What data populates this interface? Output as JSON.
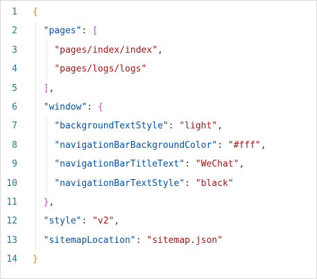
{
  "editor": {
    "lines": [
      {
        "num": "1",
        "tokens": [
          {
            "t": "{",
            "c": "brace"
          }
        ]
      },
      {
        "num": "2",
        "tokens": [
          {
            "t": "  "
          },
          {
            "t": "\"pages\"",
            "c": "key"
          },
          {
            "t": ": ",
            "c": "punc"
          },
          {
            "t": "[",
            "c": "bracket"
          }
        ]
      },
      {
        "num": "3",
        "tokens": [
          {
            "t": "    "
          },
          {
            "t": "\"pages/index/index\"",
            "c": "str"
          },
          {
            "t": ",",
            "c": "punc"
          }
        ]
      },
      {
        "num": "4",
        "tokens": [
          {
            "t": "    "
          },
          {
            "t": "\"pages/logs/logs\"",
            "c": "str"
          }
        ]
      },
      {
        "num": "5",
        "tokens": [
          {
            "t": "  "
          },
          {
            "t": "]",
            "c": "bracket"
          },
          {
            "t": ",",
            "c": "punc"
          }
        ]
      },
      {
        "num": "6",
        "tokens": [
          {
            "t": "  "
          },
          {
            "t": "\"window\"",
            "c": "key"
          },
          {
            "t": ": ",
            "c": "punc"
          },
          {
            "t": "{",
            "c": "bracket"
          }
        ]
      },
      {
        "num": "7",
        "tokens": [
          {
            "t": "    "
          },
          {
            "t": "\"backgroundTextStyle\"",
            "c": "key"
          },
          {
            "t": ": ",
            "c": "punc"
          },
          {
            "t": "\"light\"",
            "c": "str"
          },
          {
            "t": ",",
            "c": "punc"
          }
        ]
      },
      {
        "num": "8",
        "tokens": [
          {
            "t": "    "
          },
          {
            "t": "\"navigationBarBackgroundColor\"",
            "c": "key"
          },
          {
            "t": ": ",
            "c": "punc"
          },
          {
            "t": "\"#fff\"",
            "c": "str"
          },
          {
            "t": ",",
            "c": "punc"
          }
        ]
      },
      {
        "num": "9",
        "tokens": [
          {
            "t": "    "
          },
          {
            "t": "\"navigationBarTitleText\"",
            "c": "key"
          },
          {
            "t": ": ",
            "c": "punc"
          },
          {
            "t": "\"WeChat\"",
            "c": "str"
          },
          {
            "t": ",",
            "c": "punc"
          }
        ]
      },
      {
        "num": "10",
        "tokens": [
          {
            "t": "    "
          },
          {
            "t": "\"navigationBarTextStyle\"",
            "c": "key"
          },
          {
            "t": ": ",
            "c": "punc"
          },
          {
            "t": "\"black\"",
            "c": "str"
          }
        ]
      },
      {
        "num": "11",
        "tokens": [
          {
            "t": "  "
          },
          {
            "t": "}",
            "c": "bracket"
          },
          {
            "t": ",",
            "c": "punc"
          }
        ]
      },
      {
        "num": "12",
        "tokens": [
          {
            "t": "  "
          },
          {
            "t": "\"style\"",
            "c": "key"
          },
          {
            "t": ": ",
            "c": "punc"
          },
          {
            "t": "\"v2\"",
            "c": "str"
          },
          {
            "t": ",",
            "c": "punc"
          }
        ]
      },
      {
        "num": "13",
        "tokens": [
          {
            "t": "  "
          },
          {
            "t": "\"sitemapLocation\"",
            "c": "key"
          },
          {
            "t": ": ",
            "c": "punc"
          },
          {
            "t": "\"sitemap.json\"",
            "c": "str"
          }
        ]
      },
      {
        "num": "14",
        "tokens": [
          {
            "t": "}",
            "c": "brace"
          }
        ]
      }
    ]
  },
  "colors": {
    "line_number": "#237893",
    "key": "#0451a5",
    "string": "#a31515",
    "outer_brace": "#b8901a",
    "inner_bracket": "#c14ec7"
  }
}
